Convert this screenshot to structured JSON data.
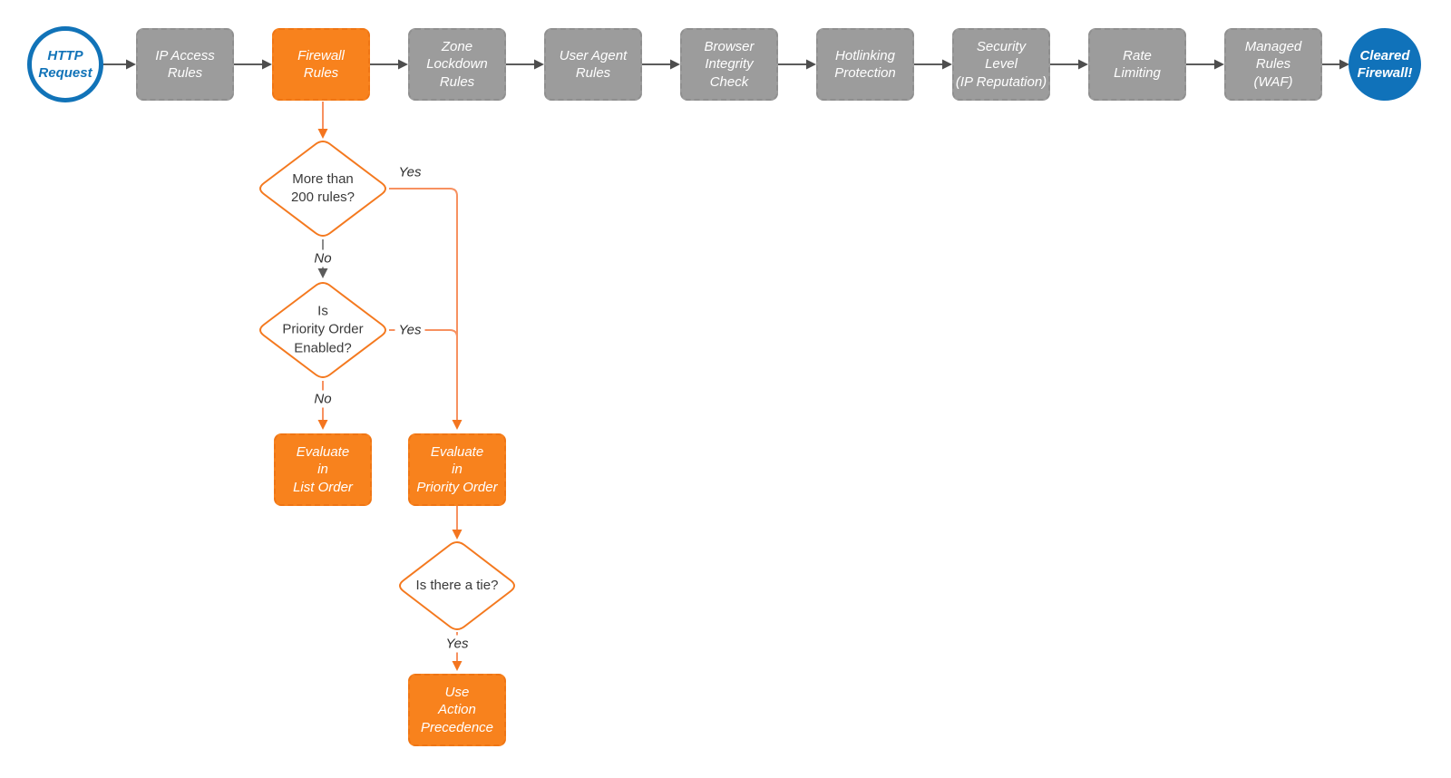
{
  "flow": {
    "start_label": "HTTP\nRequest",
    "end_label": "Cleared\nFirewall!",
    "steps": [
      {
        "label": "IP Access\nRules"
      },
      {
        "label": "Firewall\nRules"
      },
      {
        "label": "Zone\nLockdown\nRules"
      },
      {
        "label": "User Agent\nRules"
      },
      {
        "label": "Browser\nIntegrity\nCheck"
      },
      {
        "label": "Hotlinking\nProtection"
      },
      {
        "label": "Security\nLevel\n(IP Reputation)"
      },
      {
        "label": "Rate\nLimiting"
      },
      {
        "label": "Managed\nRules\n(WAF)"
      }
    ],
    "decisions": [
      {
        "label": "More than\n200 rules?"
      },
      {
        "label": "Is\nPriority Order\nEnabled?"
      },
      {
        "label": "Is there a tie?"
      }
    ],
    "actions": [
      {
        "label": "Evaluate\nin\nList Order"
      },
      {
        "label": "Evaluate\nin\nPriority Order"
      },
      {
        "label": "Use\nAction\nPrecedence"
      }
    ],
    "edge_labels": {
      "decision1_yes": "Yes",
      "decision1_no": "No",
      "decision2_yes": "Yes",
      "decision2_no": "No",
      "decision3_yes": "Yes"
    }
  },
  "colors": {
    "accent_orange": "#F8821D",
    "node_gray": "#9C9C9C",
    "brand_blue": "#1173B8",
    "end_blue": "#1072BA",
    "connector_gray": "#555555",
    "connector_orange": "#F79160",
    "diamond_stroke": "#F4791F"
  }
}
